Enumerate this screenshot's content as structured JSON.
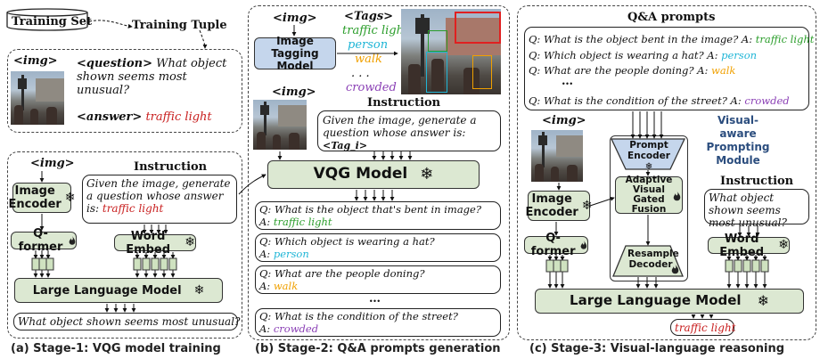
{
  "stage1": {
    "training_set": "Training Set",
    "training_tuple": "Training Tuple",
    "img": "<img>",
    "question_tag": "<question>",
    "question_text": "What object shown seems most unusual?",
    "answer_tag": "<answer>",
    "answer_text": "traffic light",
    "img2": "<img>",
    "instruction_title": "Instruction",
    "instruction_text": "Given the image, generate a question whose answer is:",
    "instruction_answer": "traffic light",
    "image_encoder": "Image Encoder",
    "qformer": "Q-former",
    "word_embed": "Word Embed",
    "llm": "Large Language Model",
    "output": "What object shown seems most unusual?",
    "caption": "(a) Stage-1: VQG model training"
  },
  "stage2": {
    "img": "<img>",
    "tags_label": "<Tags>",
    "tags": [
      "traffic ligh",
      "person",
      "walk",
      "crowded"
    ],
    "tag_colors": [
      "#2a9d2a",
      "#1fb5d6",
      "#f0a000",
      "#8a3fb5"
    ],
    "tagging_model": "Image Tagging Model",
    "img2": "<img>",
    "instruction_title": "Instruction",
    "instruction_text": "Given the image, generate a question whose answer is:",
    "instruction_tag": "<Tag_i>",
    "vqg_model": "VQG Model",
    "qa": [
      {
        "q": "Q: What is the object that's bent in image?",
        "a": "traffic light"
      },
      {
        "q": "Q: Which object is wearing a hat?",
        "a": "person"
      },
      {
        "q": "Q: What are the people doning?",
        "a": "walk"
      },
      {
        "q": "Q: What is the condition of the street?",
        "a": "crowded"
      }
    ],
    "answer_prefix": "A:",
    "ellipsis": "…",
    "caption": "(b) Stage-2: Q&A prompts generation"
  },
  "stage3": {
    "title": "Q&A prompts",
    "prompts": [
      {
        "q": "Q: What is the object bent in the image? A:",
        "a": "traffic light"
      },
      {
        "q": "Q: Which object is wearing a hat? A:",
        "a": "person"
      },
      {
        "q": "Q: What are the people doning? A:",
        "a": "walk"
      },
      {
        "q": "Q: What is the condition of the street? A:",
        "a": "crowded"
      }
    ],
    "ellipsis": "…",
    "img": "<img>",
    "module_label": "Visual-aware Prompting Module",
    "prompt_encoder": "Prompt Encoder",
    "fusion": "Adaptive Visual Gated Fusion",
    "resample": "Resample Decoder",
    "image_encoder": "Image Encoder",
    "qformer": "Q-former",
    "instruction_title": "Instruction",
    "instruction_text": "What object shown seems most unusual?",
    "word_embed": "Word Embed",
    "llm": "Large Language Model",
    "output": "traffic light",
    "caption": "(c) Stage-3: Visual-language reasoning"
  }
}
